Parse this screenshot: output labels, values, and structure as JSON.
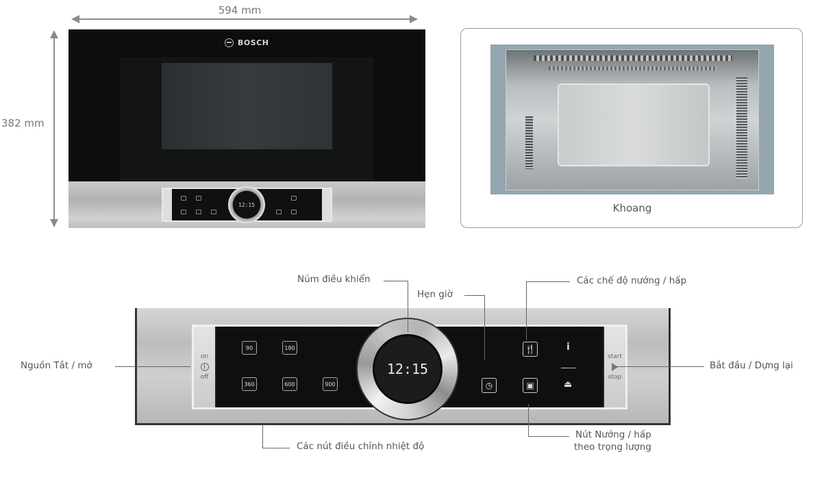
{
  "dimensions": {
    "width_label": "594 mm",
    "height_label": "382 mm"
  },
  "microwave_front": {
    "brand": "BOSCH",
    "display_time": "12:15",
    "colors": {
      "body": "#0d0d0d",
      "steel": "#c4c4c4"
    }
  },
  "cavity": {
    "label": "Khoang",
    "colors": {
      "background": "#93a6b0",
      "interior": "#c8cbcc"
    }
  },
  "control_panel": {
    "power": {
      "on_label": "on",
      "off_label": "off",
      "icon": "power-icon"
    },
    "start_stop": {
      "start_label": "start",
      "stop_label": "stop",
      "icon": "play-icon"
    },
    "temperature_buttons": [
      "90",
      "180",
      "360",
      "600",
      "900"
    ],
    "knob_display": "12:15",
    "function_icons": [
      "cutlery-icon",
      "info-icon",
      "timer-icon",
      "weight-icon",
      "eject-icon"
    ]
  },
  "callouts": {
    "knob": "Núm điều khiển",
    "timer": "Hẹn giờ",
    "modes": "Các chế độ nướng / hấp",
    "power": "Nguồn Tắt / mở",
    "start_stop": "Bắt đầu / Dựng lại",
    "temperature": "Các nút điều chỉnh nhiệt độ",
    "weight_line1": "Nút Nướng / hấp",
    "weight_line2": "theo trọng lượng"
  }
}
